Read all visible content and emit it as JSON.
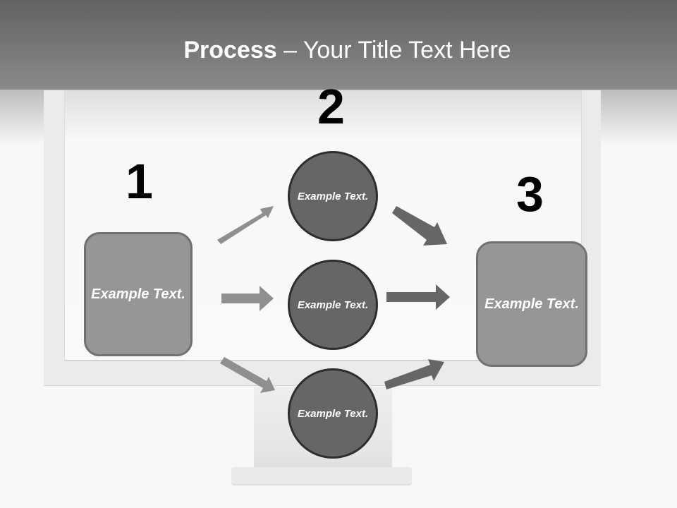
{
  "title": {
    "bold": "Process",
    "rest": " – Your Title Text Here"
  },
  "steps": [
    {
      "number": "1",
      "label": "Example Text."
    },
    {
      "number": "2",
      "labels": [
        "Example Text.",
        "Example Text.",
        "Example Text."
      ]
    },
    {
      "number": "3",
      "label": "Example Text."
    }
  ],
  "colors": {
    "box": "#969696",
    "circle": "#666666",
    "arrow_light": "#8f8f8f",
    "arrow_dark": "#666666",
    "header": "#6e6e6e"
  }
}
